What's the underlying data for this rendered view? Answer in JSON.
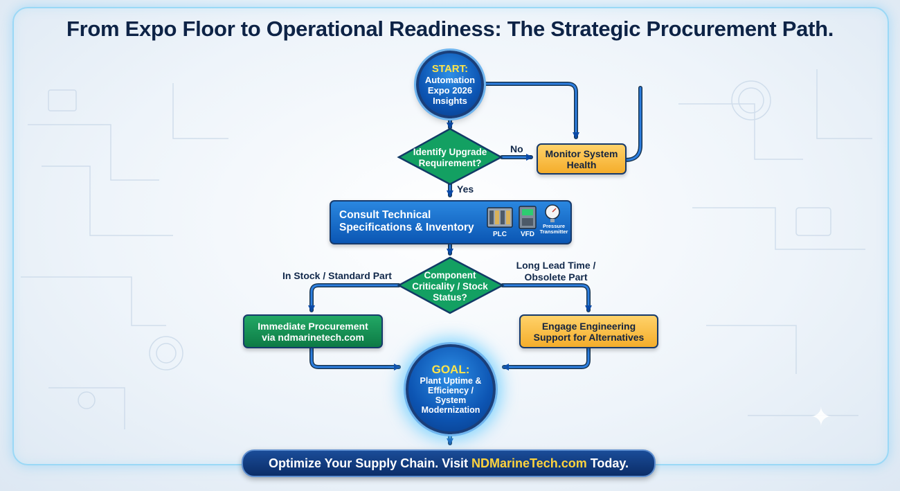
{
  "title": "From Expo Floor to Operational Readiness: The Strategic Procurement Path.",
  "start": {
    "keyword": "START:",
    "text": "Automation Expo 2026 Insights"
  },
  "decision1": {
    "text": "Identify Upgrade Requirement?",
    "no_label": "No",
    "yes_label": "Yes"
  },
  "monitor": {
    "text": "Monitor System Health"
  },
  "consult": {
    "text": "Consult Technical Specifications & Inventory",
    "components": {
      "plc": "PLC",
      "vfd": "VFD",
      "pressure": "Pressure Transmitter"
    }
  },
  "decision2": {
    "text": "Component Criticality / Stock Status?",
    "left_label": "In Stock / Standard Part",
    "right_label": "Long Lead Time / Obsolete Part"
  },
  "procure": {
    "text": "Immediate Procurement via ndmarinetech.com"
  },
  "engage": {
    "text": "Engage Engineering Support for Alternatives"
  },
  "goal": {
    "keyword": "GOAL:",
    "text": "Plant Uptime & Efficiency / System Modernization"
  },
  "cta": {
    "before": "Optimize Your Supply Chain. Visit",
    "link": "NDMarineTech.com",
    "after": "Today."
  },
  "colors": {
    "navy": "#0d2346",
    "blue": "#0b56b3",
    "green": "#0d7a45",
    "yellow": "#f4ad2b",
    "accent": "#ffe44a"
  }
}
